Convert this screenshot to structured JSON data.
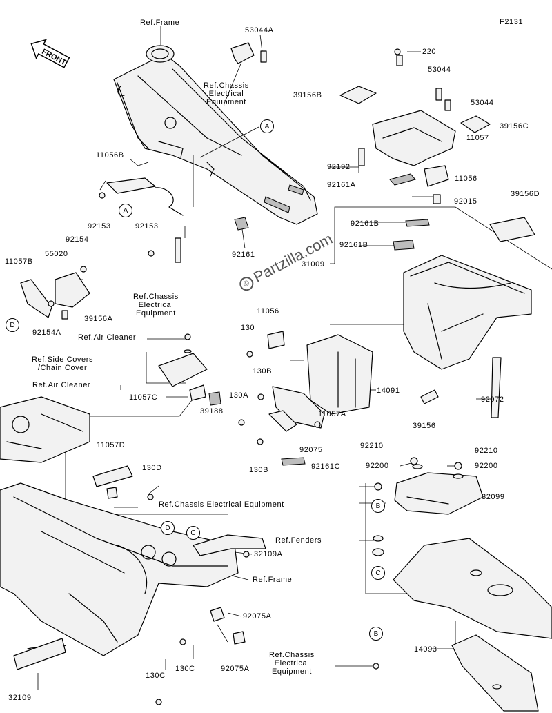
{
  "diagram_code": "F2131",
  "watermark": "Partzilla.com",
  "watermark_symbol": "©",
  "front_label": "FRONT",
  "callout_letters": {
    "A": "A",
    "B": "B",
    "C": "C",
    "D": "D"
  },
  "labels": {
    "ref_frame_top": "Ref.Frame",
    "p53044A": "53044A",
    "ref_chassis_1": "Ref.Chassis\nElectrical\nEquipment",
    "p220": "220",
    "p53044_1": "53044",
    "p53044_2": "53044",
    "p39156B": "39156B",
    "p39156C": "39156C",
    "p11057": "11057",
    "p92192": "92192",
    "p92161A": "92161A",
    "p11056": "11056",
    "p92015": "92015",
    "p39156D": "39156D",
    "p11056B": "11056B",
    "p92153_1": "92153",
    "p92153_2": "92153",
    "p92161": "92161",
    "p92161B_1": "92161B",
    "p92161B_2": "92161B",
    "p31009": "31009",
    "p92154": "92154",
    "p55020": "55020",
    "p11057B": "11057B",
    "p92154A": "92154A",
    "p39156A": "39156A",
    "ref_chassis_2": "Ref.Chassis\nElectrical\nEquipment",
    "p11056_2": "11056",
    "p130_1": "130",
    "ref_air_cleaner_1": "Ref.Air Cleaner",
    "ref_side_covers": "Ref.Side Covers\n/Chain Cover",
    "ref_air_cleaner_2": "Ref.Air Cleaner",
    "p130B_1": "130B",
    "p14091": "14091",
    "p11057C": "11057C",
    "p39188": "39188",
    "p130A": "130A",
    "p11057A": "11057A",
    "p92072": "92072",
    "p39156": "39156",
    "p92075": "92075",
    "p130B_2": "130B",
    "p92161C": "92161C",
    "p92210_1": "92210",
    "p92210_2": "92210",
    "p92200_1": "92200",
    "p92200_2": "92200",
    "p11057D": "11057D",
    "p130D": "130D",
    "ref_chassis_3": "Ref.Chassis Electrical Equipment",
    "p32099": "32099",
    "ref_fenders": "Ref.Fenders",
    "p32109A": "32109A",
    "ref_frame_2": "Ref.Frame",
    "p92075A_1": "92075A",
    "p92075A_2": "92075A",
    "ref_chassis_4": "Ref.Chassis\nElectrical\nEquipment",
    "p14093": "14093",
    "p130C_1": "130C",
    "p130C_2": "130C",
    "p32109": "32109"
  }
}
